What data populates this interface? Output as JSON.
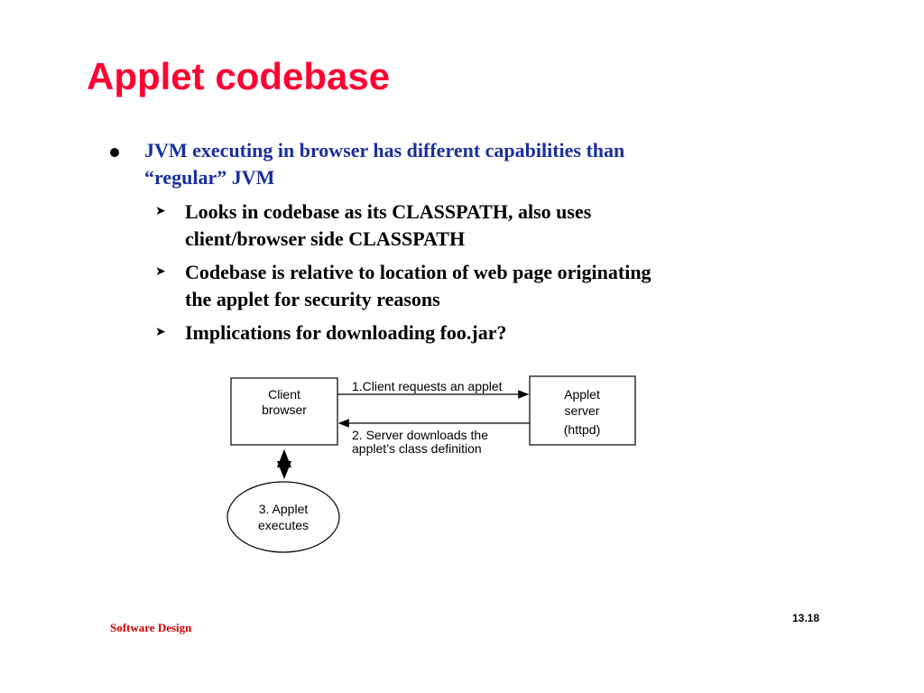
{
  "slide": {
    "title": "Applet codebase",
    "bullet": {
      "line1": "JVM executing in browser has different capabilities than",
      "line2": "“regular” JVM"
    },
    "sub_bullets": [
      {
        "line1": "Looks in codebase as its CLASSPATH, also uses",
        "line2": "client/browser side CLASSPATH"
      },
      {
        "line1": "Codebase is relative to location of web page originating",
        "line2": "the applet for security reasons"
      },
      {
        "line1": "Implications for downloading foo.jar?",
        "line2": ""
      }
    ]
  },
  "diagram": {
    "client_box": {
      "line1": "Client",
      "line2": "browser"
    },
    "server_box": {
      "line1": "Applet",
      "line2": "server",
      "line3": "(httpd)"
    },
    "arrow_request": "1.Client requests an applet",
    "arrow_download": {
      "line1": "2. Server downloads the",
      "line2": "applet’s class definition"
    },
    "execute_ellipse": {
      "line1": "3. Applet",
      "line2": "executes"
    }
  },
  "footer": {
    "left": "Software Design",
    "page": "13.18"
  },
  "colors": {
    "title": "#ff0033",
    "bullet_text": "#1a2f9e",
    "footer_text": "#cc0000"
  }
}
